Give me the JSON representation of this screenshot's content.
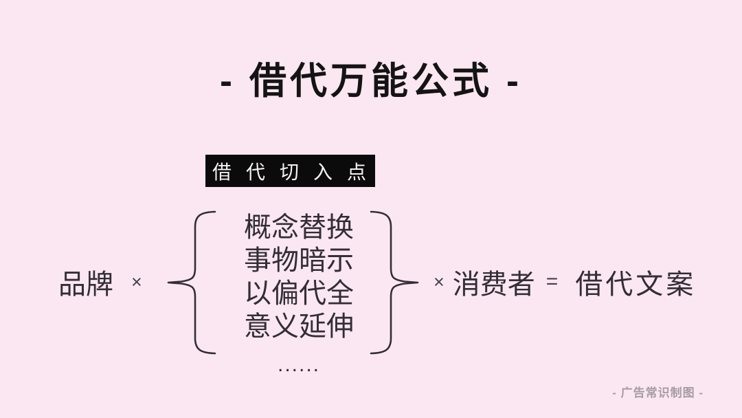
{
  "page": {
    "title": "- 借代万能公式 -",
    "background_color": "#fbe7f2",
    "title_color": "#141414",
    "ink_color": "#332e36"
  },
  "badge": {
    "label": "借代切入点",
    "background_color": "#0b0b0b",
    "text_color": "#f6f1f4"
  },
  "formula": {
    "brand": "品牌",
    "multiply_left": "×",
    "items": [
      "概念替换",
      "事物暗示",
      "以偏代全",
      "意义延伸"
    ],
    "ellipsis": "......",
    "multiply_right": "×",
    "consumer": "消费者",
    "equals": "=",
    "result": "借代文案"
  },
  "footer": {
    "credit": "- 广告常识制图 -",
    "color": "#a79ba4"
  }
}
